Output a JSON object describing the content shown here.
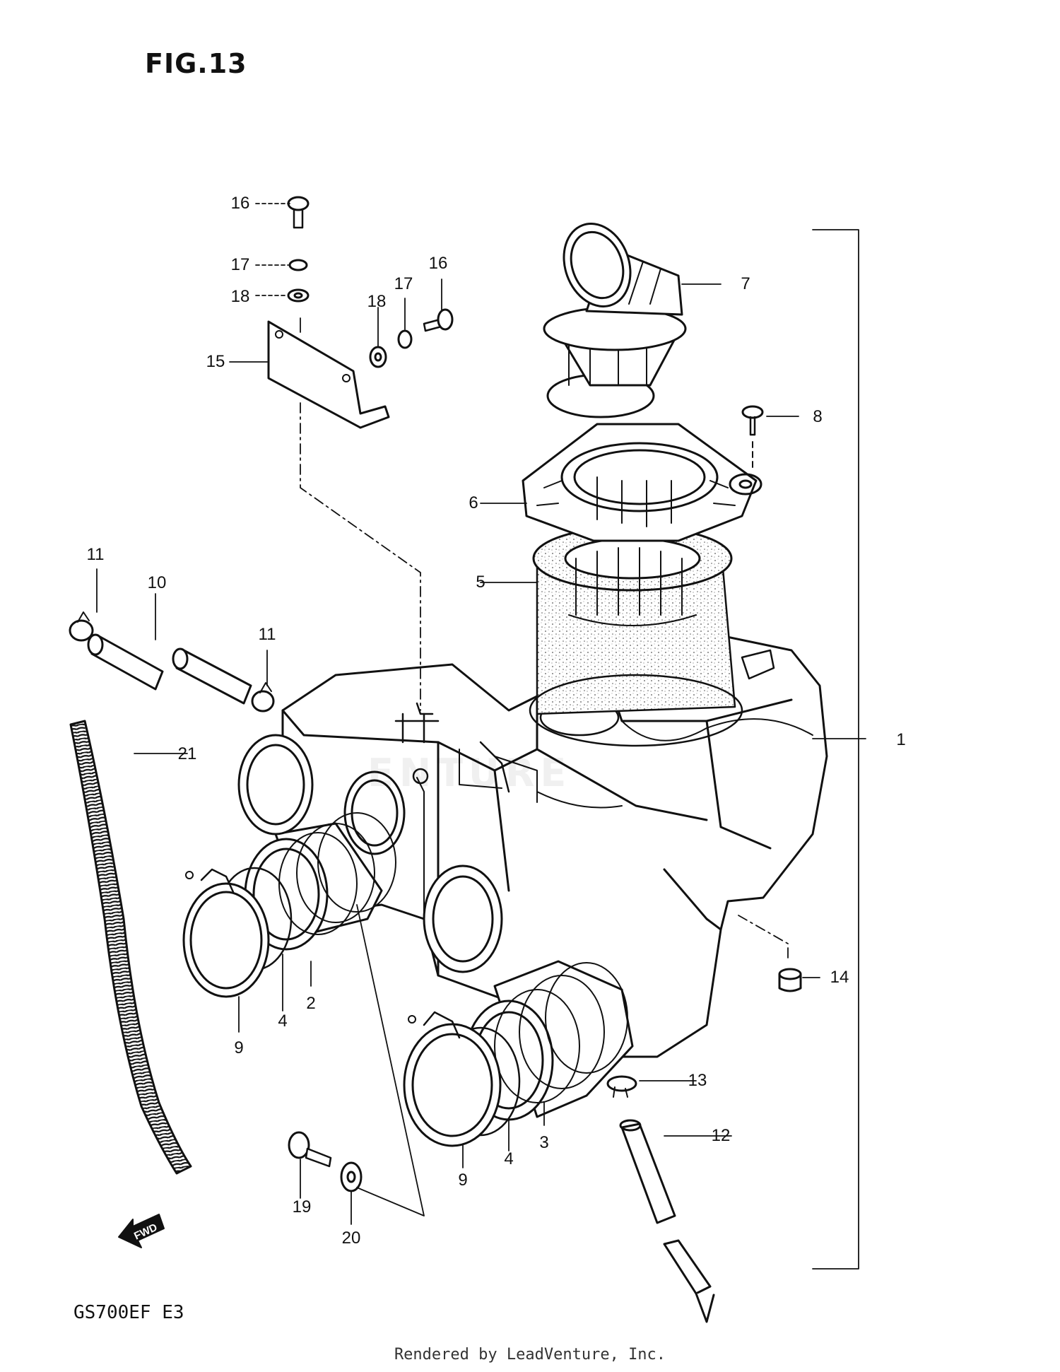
{
  "figure": {
    "title": "FIG.13",
    "model_code": "GS700EF  E3",
    "credit": "Rendered by LeadVenture, Inc.",
    "watermark": "ENTURE",
    "fwd_label": "FWD"
  },
  "callouts": [
    {
      "id": "c1",
      "label": "1"
    },
    {
      "id": "c2",
      "label": "2"
    },
    {
      "id": "c3",
      "label": "3"
    },
    {
      "id": "c4a",
      "label": "4"
    },
    {
      "id": "c4b",
      "label": "4"
    },
    {
      "id": "c5",
      "label": "5"
    },
    {
      "id": "c6",
      "label": "6"
    },
    {
      "id": "c7",
      "label": "7"
    },
    {
      "id": "c8",
      "label": "8"
    },
    {
      "id": "c9a",
      "label": "9"
    },
    {
      "id": "c9b",
      "label": "9"
    },
    {
      "id": "c10",
      "label": "10"
    },
    {
      "id": "c11a",
      "label": "11"
    },
    {
      "id": "c11b",
      "label": "11"
    },
    {
      "id": "c12",
      "label": "12"
    },
    {
      "id": "c13",
      "label": "13"
    },
    {
      "id": "c14",
      "label": "14"
    },
    {
      "id": "c15",
      "label": "15"
    },
    {
      "id": "c16a",
      "label": "16"
    },
    {
      "id": "c16b",
      "label": "16"
    },
    {
      "id": "c17a",
      "label": "17"
    },
    {
      "id": "c17b",
      "label": "17"
    },
    {
      "id": "c18a",
      "label": "18"
    },
    {
      "id": "c18b",
      "label": "18"
    },
    {
      "id": "c19",
      "label": "19"
    },
    {
      "id": "c20",
      "label": "20"
    },
    {
      "id": "c21",
      "label": "21"
    }
  ]
}
